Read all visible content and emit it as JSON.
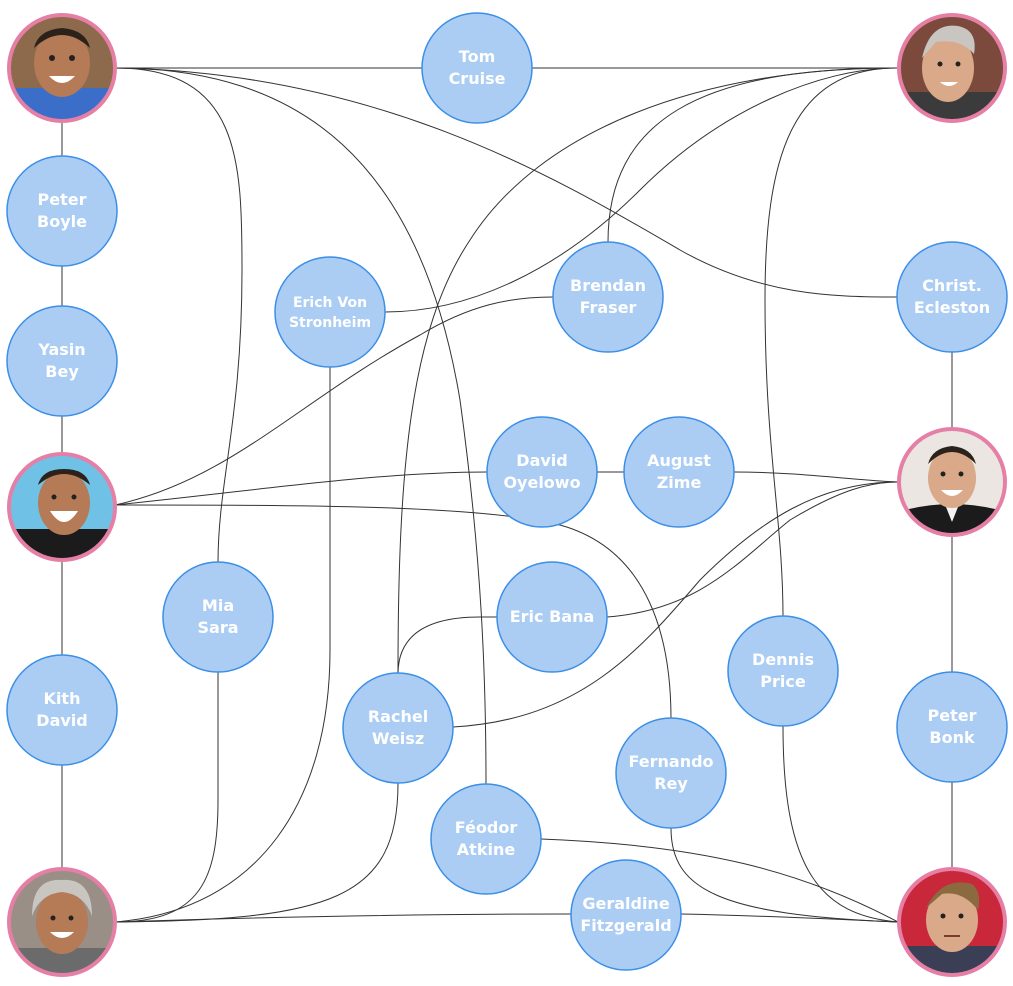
{
  "nodes": [
    {
      "id": "tom_cruise",
      "lines": [
        "Tom",
        "Cruise"
      ]
    },
    {
      "id": "peter_boyle",
      "lines": [
        "Peter",
        "Boyle"
      ]
    },
    {
      "id": "yasin_bey",
      "lines": [
        "Yasin",
        "Bey"
      ]
    },
    {
      "id": "erich_von_stronheim",
      "lines": [
        "Erich Von",
        "Stronheim"
      ]
    },
    {
      "id": "brendan_fraser",
      "lines": [
        "Brendan",
        "Fraser"
      ]
    },
    {
      "id": "christ_ecleston",
      "lines": [
        "Christ.",
        "Ecleston"
      ]
    },
    {
      "id": "david_oyelowo",
      "lines": [
        "David",
        "Oyelowo"
      ]
    },
    {
      "id": "august_zime",
      "lines": [
        "August",
        "Zime"
      ]
    },
    {
      "id": "mia_sara",
      "lines": [
        "Mia",
        "Sara"
      ]
    },
    {
      "id": "eric_bana",
      "lines": [
        "Eric Bana"
      ]
    },
    {
      "id": "dennis_price",
      "lines": [
        "Dennis",
        "Price"
      ]
    },
    {
      "id": "kith_david",
      "lines": [
        "Kith",
        "David"
      ]
    },
    {
      "id": "rachel_weisz",
      "lines": [
        "Rachel",
        "Weisz"
      ]
    },
    {
      "id": "fernando_rey",
      "lines": [
        "Fernando",
        "Rey"
      ]
    },
    {
      "id": "peter_bonk",
      "lines": [
        "Peter",
        "Bonk"
      ]
    },
    {
      "id": "feodor_atkine",
      "lines": [
        "Féodor",
        "Atkine"
      ]
    },
    {
      "id": "geraldine_fitzgerald",
      "lines": [
        "Geraldine",
        "Fitzgerald"
      ]
    }
  ],
  "photo_nodes": [
    {
      "id": "photo_top_left",
      "icon": "portrait-smiling-man-blue-shirt"
    },
    {
      "id": "photo_top_right",
      "icon": "portrait-grey-haired-elderly-man"
    },
    {
      "id": "photo_mid_left",
      "icon": "portrait-laughing-man-black-shirt"
    },
    {
      "id": "photo_mid_right",
      "icon": "portrait-smiling-man-suit"
    },
    {
      "id": "photo_bottom_left",
      "icon": "portrait-grey-haired-smiling-man"
    },
    {
      "id": "photo_bottom_right",
      "icon": "portrait-man-red-background"
    }
  ],
  "edges": [
    [
      "photo_top_left",
      "tom_cruise"
    ],
    [
      "tom_cruise",
      "photo_top_right"
    ],
    [
      "photo_top_left",
      "peter_boyle"
    ],
    [
      "peter_boyle",
      "yasin_bey"
    ],
    [
      "yasin_bey",
      "photo_mid_left"
    ],
    [
      "photo_mid_left",
      "kith_david"
    ],
    [
      "kith_david",
      "photo_bottom_left"
    ],
    [
      "photo_top_left",
      "mia_sara"
    ],
    [
      "photo_top_left",
      "feodor_atkine"
    ],
    [
      "photo_top_left",
      "christ_ecleston"
    ],
    [
      "photo_top_right",
      "erich_von_stronheim"
    ],
    [
      "photo_top_right",
      "brendan_fraser"
    ],
    [
      "photo_top_right",
      "rachel_weisz"
    ],
    [
      "photo_top_right",
      "dennis_price"
    ],
    [
      "christ_ecleston",
      "photo_mid_right"
    ],
    [
      "photo_mid_left",
      "brendan_fraser"
    ],
    [
      "photo_mid_left",
      "david_oyelowo"
    ],
    [
      "photo_mid_left",
      "fernando_rey"
    ],
    [
      "david_oyelowo",
      "august_zime"
    ],
    [
      "august_zime",
      "photo_mid_right"
    ],
    [
      "eric_bana",
      "photo_mid_right"
    ],
    [
      "rachel_weisz",
      "photo_mid_right"
    ],
    [
      "rachel_weisz",
      "eric_bana"
    ],
    [
      "photo_mid_right",
      "peter_bonk"
    ],
    [
      "peter_bonk",
      "photo_bottom_right"
    ],
    [
      "photo_bottom_left",
      "mia_sara"
    ],
    [
      "photo_bottom_left",
      "erich_von_stronheim"
    ],
    [
      "photo_bottom_left",
      "rachel_weisz"
    ],
    [
      "photo_bottom_left",
      "geraldine_fitzgerald"
    ],
    [
      "feodor_atkine",
      "photo_bottom_right"
    ],
    [
      "fernando_rey",
      "photo_bottom_right"
    ],
    [
      "dennis_price",
      "photo_bottom_right"
    ],
    [
      "geraldine_fitzgerald",
      "photo_bottom_right"
    ]
  ]
}
